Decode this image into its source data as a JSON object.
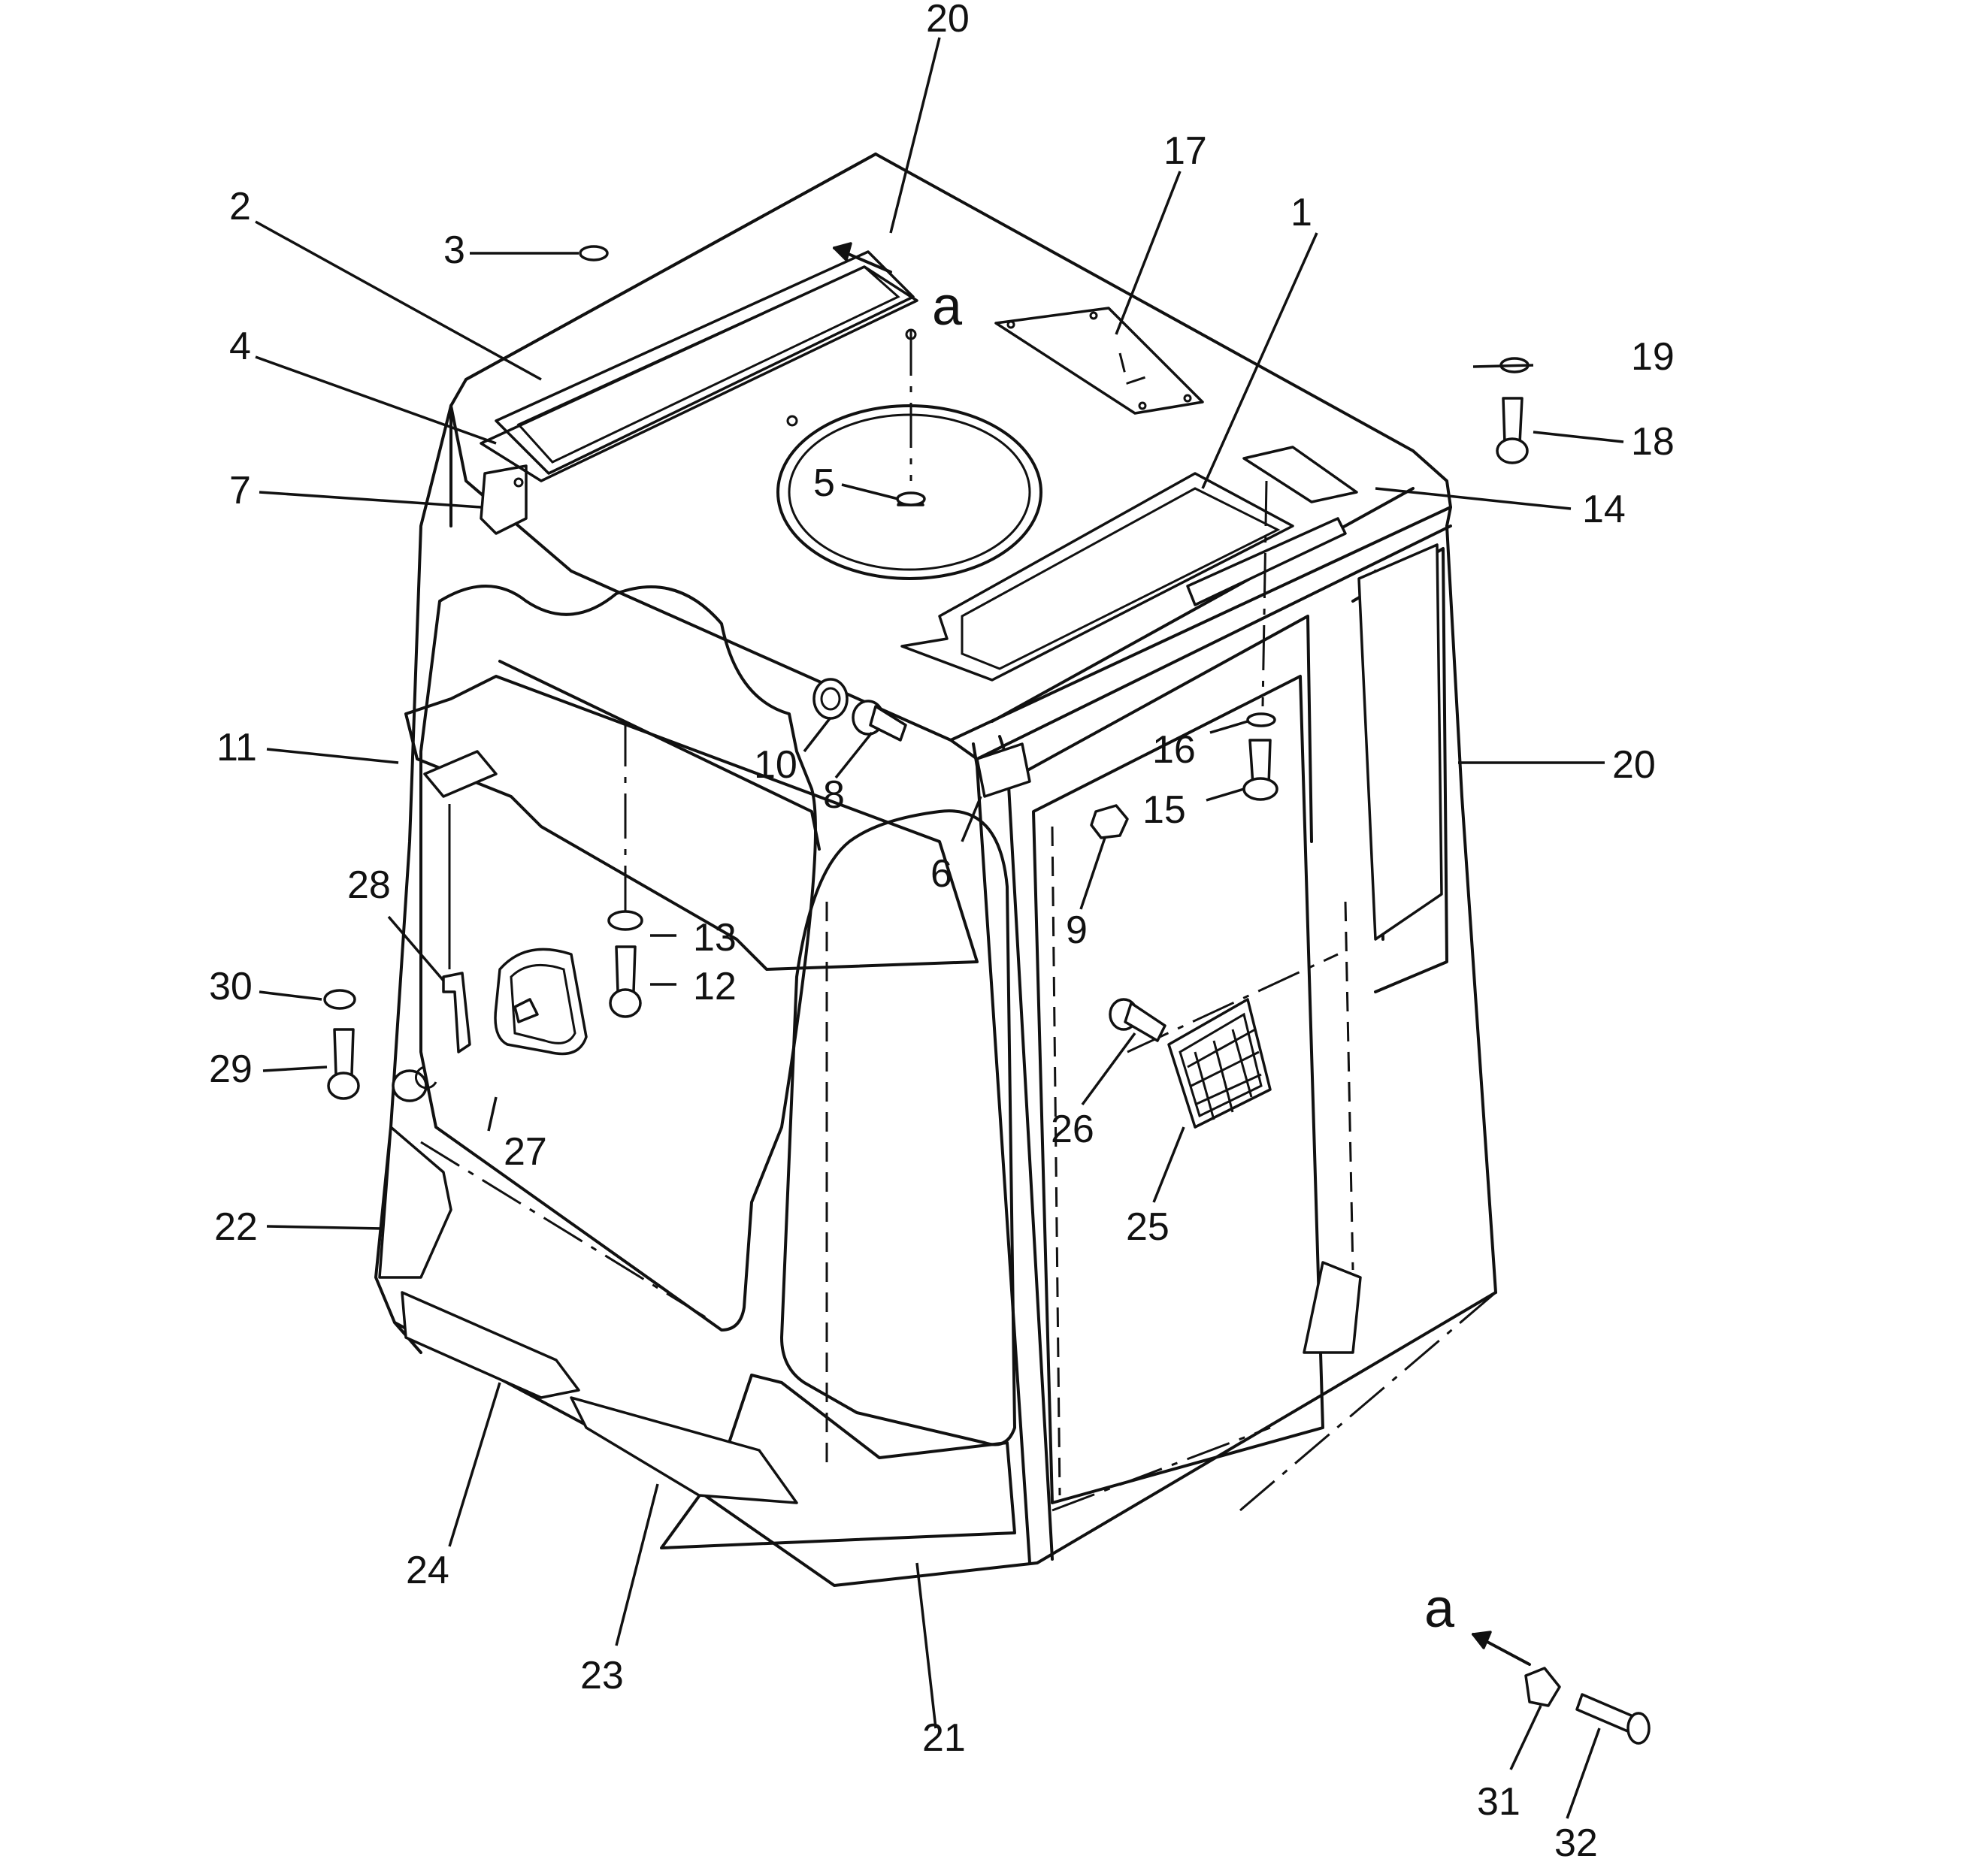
{
  "view_marker": "a",
  "callouts": [
    {
      "id": "c1",
      "text": "1"
    },
    {
      "id": "c2",
      "text": "2"
    },
    {
      "id": "c3",
      "text": "3"
    },
    {
      "id": "c4",
      "text": "4"
    },
    {
      "id": "c5",
      "text": "5"
    },
    {
      "id": "c6",
      "text": "6"
    },
    {
      "id": "c7",
      "text": "7"
    },
    {
      "id": "c8",
      "text": "8"
    },
    {
      "id": "c9",
      "text": "9"
    },
    {
      "id": "c10",
      "text": "10"
    },
    {
      "id": "c11",
      "text": "11"
    },
    {
      "id": "c12",
      "text": "12"
    },
    {
      "id": "c13",
      "text": "13"
    },
    {
      "id": "c14",
      "text": "14"
    },
    {
      "id": "c15",
      "text": "15"
    },
    {
      "id": "c16",
      "text": "16"
    },
    {
      "id": "c17",
      "text": "17"
    },
    {
      "id": "c18",
      "text": "18"
    },
    {
      "id": "c19",
      "text": "19"
    },
    {
      "id": "c20a",
      "text": "20"
    },
    {
      "id": "c20b",
      "text": "20"
    },
    {
      "id": "c21",
      "text": "21"
    },
    {
      "id": "c22",
      "text": "22"
    },
    {
      "id": "c23",
      "text": "23"
    },
    {
      "id": "c24",
      "text": "24"
    },
    {
      "id": "c25",
      "text": "25"
    },
    {
      "id": "c26",
      "text": "26"
    },
    {
      "id": "c27",
      "text": "27"
    },
    {
      "id": "c28",
      "text": "28"
    },
    {
      "id": "c29",
      "text": "29"
    },
    {
      "id": "c30",
      "text": "30"
    },
    {
      "id": "c31",
      "text": "31"
    },
    {
      "id": "c32",
      "text": "32"
    }
  ]
}
